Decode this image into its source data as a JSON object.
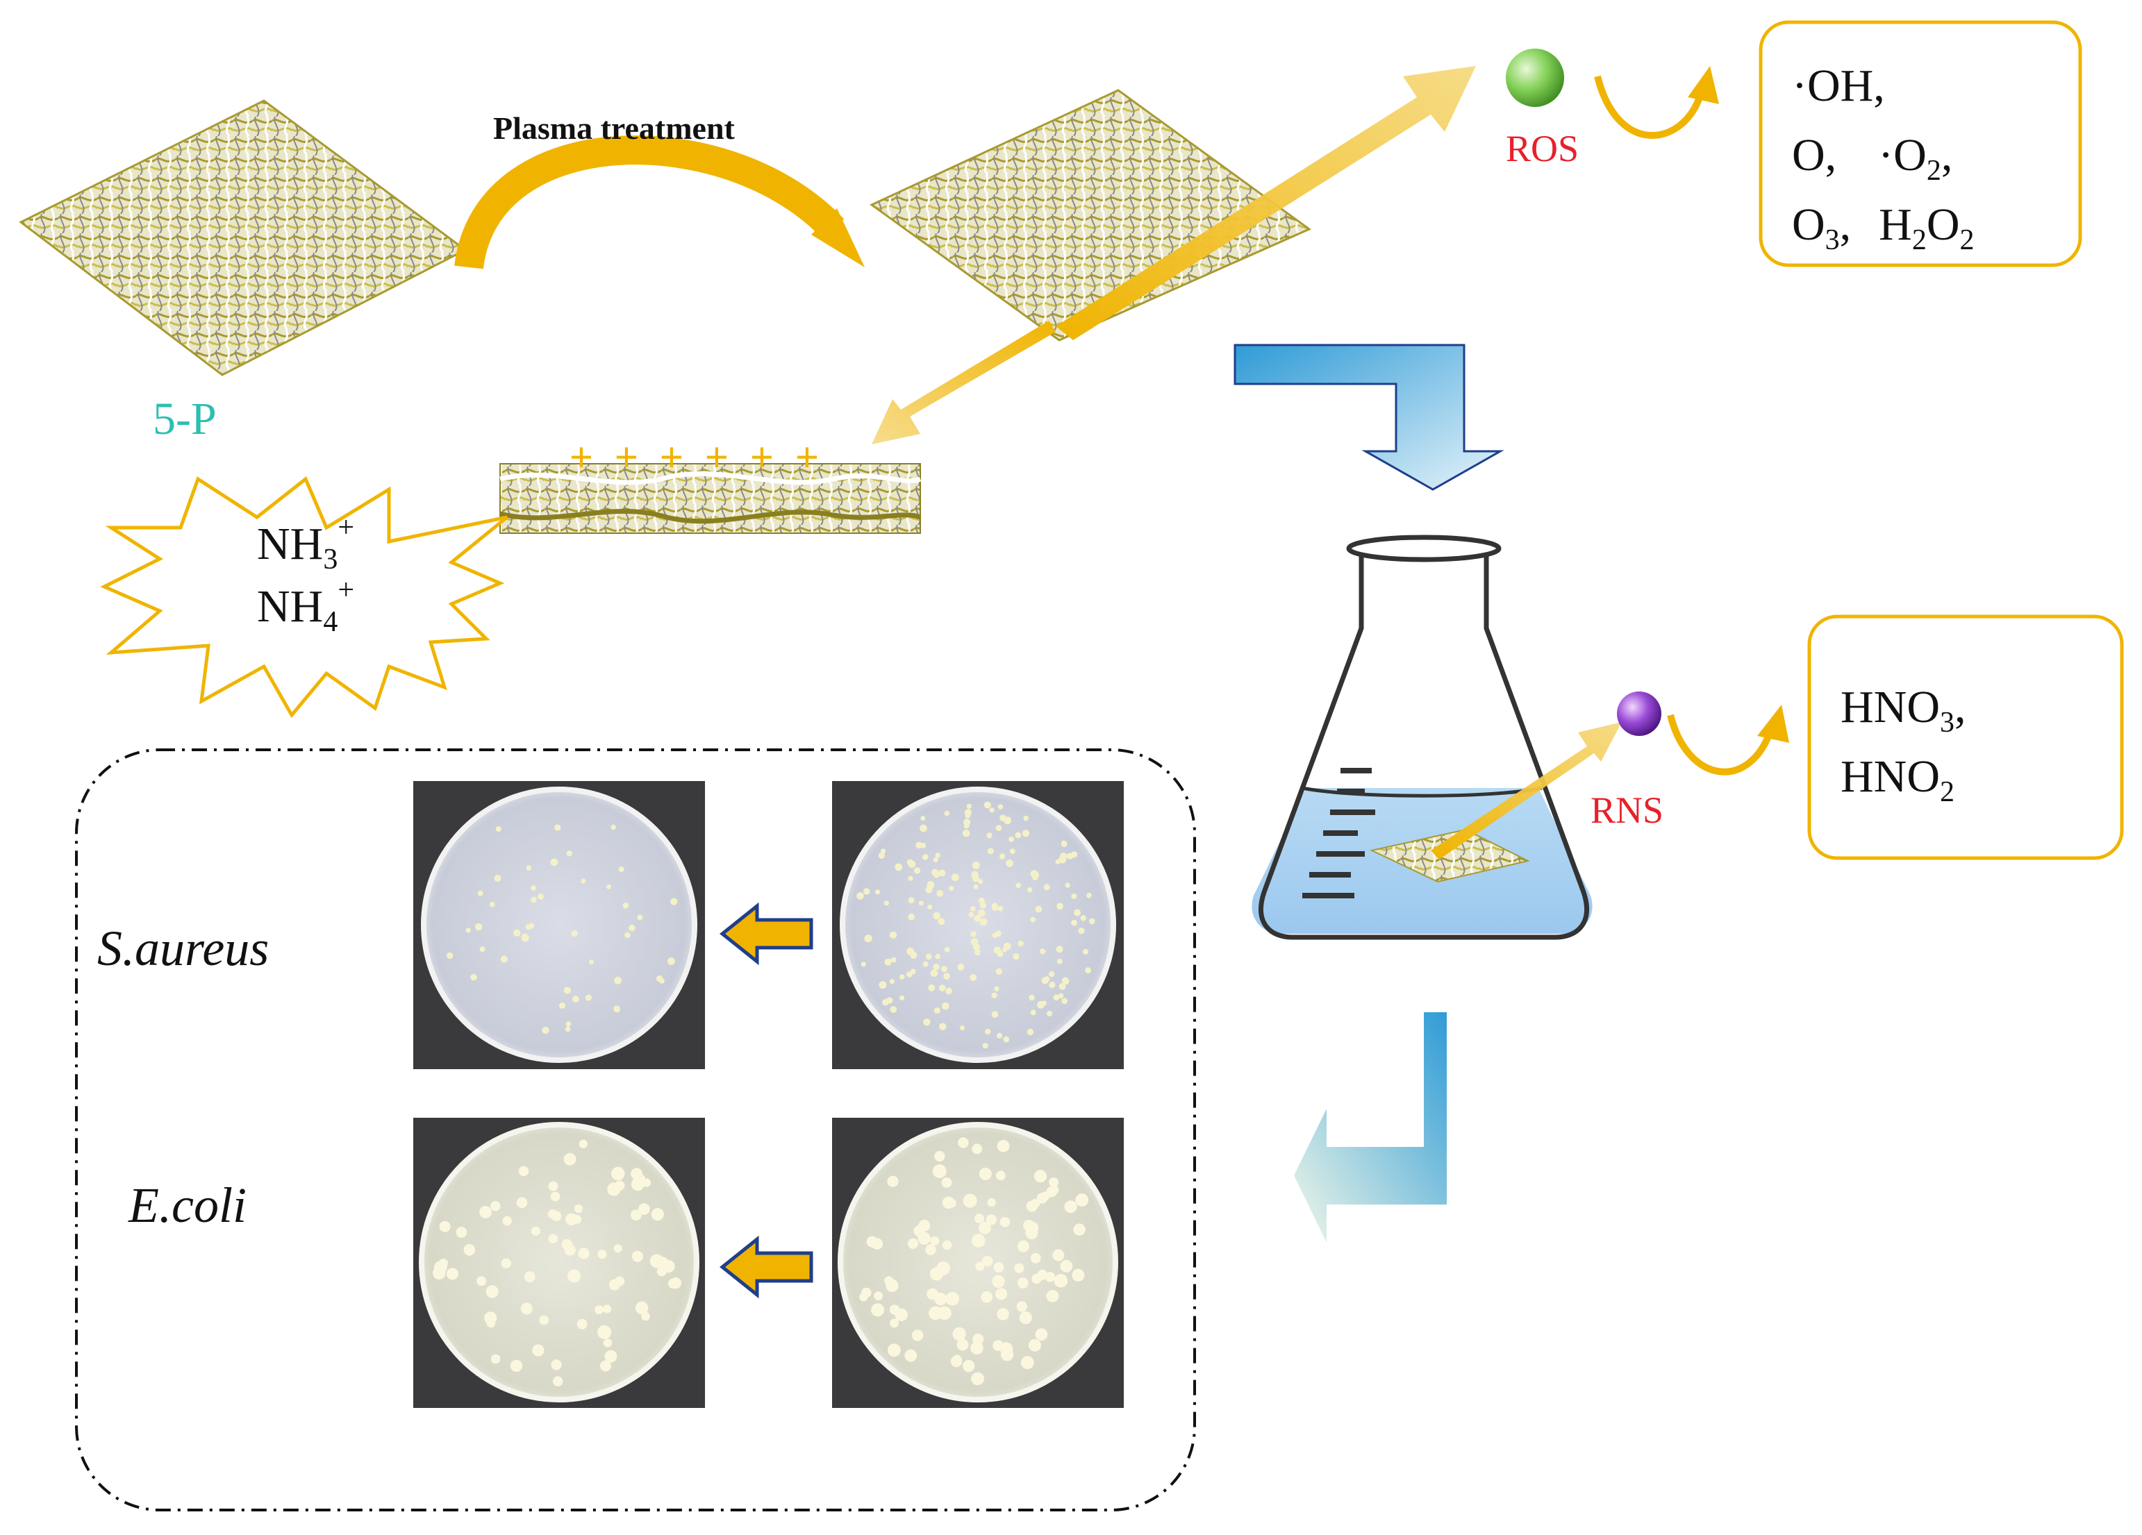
{
  "labels": {
    "plasma_treatment": "Plasma treatment",
    "sample": "5-P",
    "ros": "ROS",
    "rns": "RNS",
    "s_aureus": "S.aureus",
    "e_coli": "E.coli"
  },
  "ros_species": {
    "line1": "·OH,",
    "line2a": "O,",
    "line2b": "·O",
    "line2b_sub": "2",
    "line2b_tail": ",",
    "line3a": "O",
    "line3a_sub": "3",
    "line3a_tail": ",",
    "line3b": "H",
    "line3b_sub1": "2",
    "line3b_mid": "O",
    "line3b_sub2": "2"
  },
  "rns_species": {
    "line1": "HNO",
    "line1_sub": "3",
    "line1_tail": ",",
    "line2": "HNO",
    "line2_sub": "2"
  },
  "ions": {
    "nh3": "NH",
    "nh3_sub": "3",
    "nh3_sup": "+",
    "nh4": "NH",
    "nh4_sub": "4",
    "nh4_sup": "+"
  },
  "charge_signs": [
    "+",
    "+",
    "+",
    "+",
    "+",
    "+",
    "+"
  ],
  "colors": {
    "gold": "#F0B400",
    "teal": "#2BBFB0",
    "red": "#E8202A",
    "blue": "#2F9BD6",
    "navy": "#1F3E8C"
  }
}
